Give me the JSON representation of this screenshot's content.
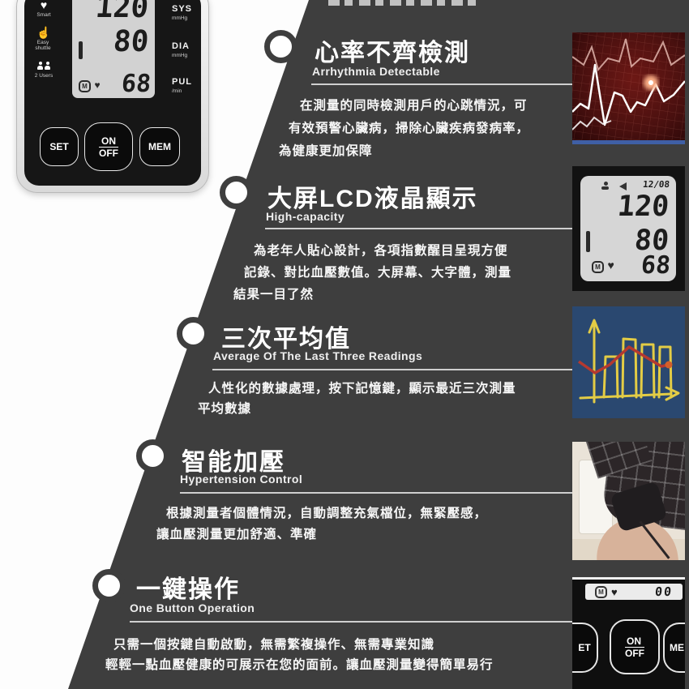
{
  "device": {
    "screen": {
      "sys": "120",
      "dia": "80",
      "pul": "68",
      "mode": "M"
    },
    "side_labels": [
      {
        "name": "smart",
        "label": "Smart"
      },
      {
        "name": "easy-shuttle",
        "label": "Easy shuttle"
      },
      {
        "name": "two-users",
        "label": "2 Users"
      }
    ],
    "panel_labels": [
      {
        "label": "SYS",
        "unit": "mmHg"
      },
      {
        "label": "DIA",
        "unit": "mmHg"
      },
      {
        "label": "PUL",
        "unit": "/min"
      }
    ],
    "buttons": [
      {
        "label": "SET"
      },
      {
        "top": "ON",
        "bottom": "OFF"
      },
      {
        "label": "MEM"
      }
    ]
  },
  "sections": [
    {
      "title": "心率不齊檢測",
      "subtitle": "Arrhythmia Detectable",
      "lines": [
        "在測量的同時檢測用戶的心跳情況，可",
        "有效預警心臟病，掃除心臟疾病發病率，",
        "為健康更加保障"
      ]
    },
    {
      "title": "大屏LCD液晶顯示",
      "subtitle": "High-capacity",
      "lines": [
        "為老年人貼心設計，各項指數醒目呈現方便",
        "記錄、對比血壓數值。大屏幕、大字體，測量",
        "結果一目了然"
      ]
    },
    {
      "title": "三次平均值",
      "subtitle": "Average Of The Last Three Readings",
      "lines": [
        "人性化的數據處理，按下記憶鍵，顯示最近三次測量",
        "平均數據"
      ]
    },
    {
      "title": "智能加壓",
      "subtitle": "Hypertension Control",
      "lines": [
        "根據測量者個體情況，自動調整充氣檔位，無緊壓感，",
        "讓血壓測量更加舒適、準確"
      ]
    },
    {
      "title": "一鍵操作",
      "subtitle": "One Button Operation",
      "lines": [
        "只需一個按鍵自動啟動，無需繁複操作、無需專業知識",
        "輕輕一點血壓健康的可展示在您的面前。讓血壓測量變得簡單易行"
      ]
    }
  ],
  "side_images": {
    "lcd": {
      "date": "12/08",
      "sys": "120",
      "dia": "80",
      "pul": "68",
      "mode": "M"
    },
    "buttons": {
      "mode": "M",
      "lcd_value": "00",
      "left": "ET",
      "center_top": "ON",
      "center_bottom": "OFF",
      "right": "ME"
    }
  },
  "colors": {
    "background": "#3e3e3e",
    "wedge": "#fdfdfd",
    "divider": "#cfcfcf",
    "ecg_bg": "#49100f",
    "ecg_strip": "#3f5fa5",
    "chart_bg": "#2a4870",
    "chart_accent": "#e3cc45",
    "chart_line": "#b5392f",
    "photo_bg": "#eae3d8",
    "skin": "#d7b29a"
  }
}
